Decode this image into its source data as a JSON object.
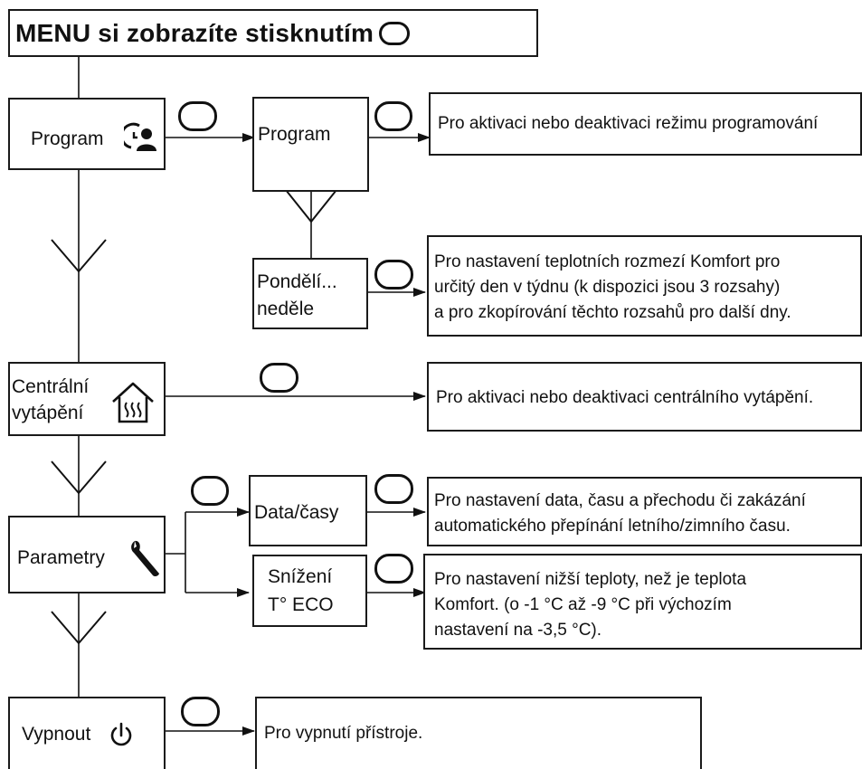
{
  "title": {
    "text": "MENU si zobrazíte stisknutím"
  },
  "program": {
    "label": "Program",
    "sub_label": "Program",
    "sub_desc": "Pro aktivaci nebo deaktivaci režimu programování",
    "days_line1": "Pondělí...",
    "days_line2": "neděle",
    "days_desc_line1": "Pro nastavení teplotních rozmezí Komfort pro",
    "days_desc_line2": "určitý den v týdnu (k dispozici jsou 3 rozsahy)",
    "days_desc_line3": "a pro zkopírování těchto rozsahů pro další dny."
  },
  "heating": {
    "label_line1": "Centrální",
    "label_line2": "vytápění",
    "desc": "Pro aktivaci nebo deaktivaci centrálního vytápění."
  },
  "params": {
    "label": "Parametry",
    "datetime_label": "Data/časy",
    "datetime_desc_line1": "Pro nastavení data, času a přechodu či zakázání",
    "datetime_desc_line2": "automatického přepínání letního/zimního času.",
    "eco_line1": "Snížení",
    "eco_line2": "T° ECO",
    "eco_desc_line1": "Pro nastavení nižší teploty, než je teplota",
    "eco_desc_line2": "Komfort. (o -1 °C až -9 °C při výchozím",
    "eco_desc_line3": "nastavení na -3,5 °C)."
  },
  "off": {
    "label": "Vypnout",
    "desc": "Pro vypnutí přístroje."
  },
  "icons": {
    "button": "oval-button-icon",
    "program": "clock-person-icon",
    "heating": "house-heating-icon",
    "params": "wrench-icon",
    "off": "power-icon",
    "next": "chevron-down-icon"
  }
}
